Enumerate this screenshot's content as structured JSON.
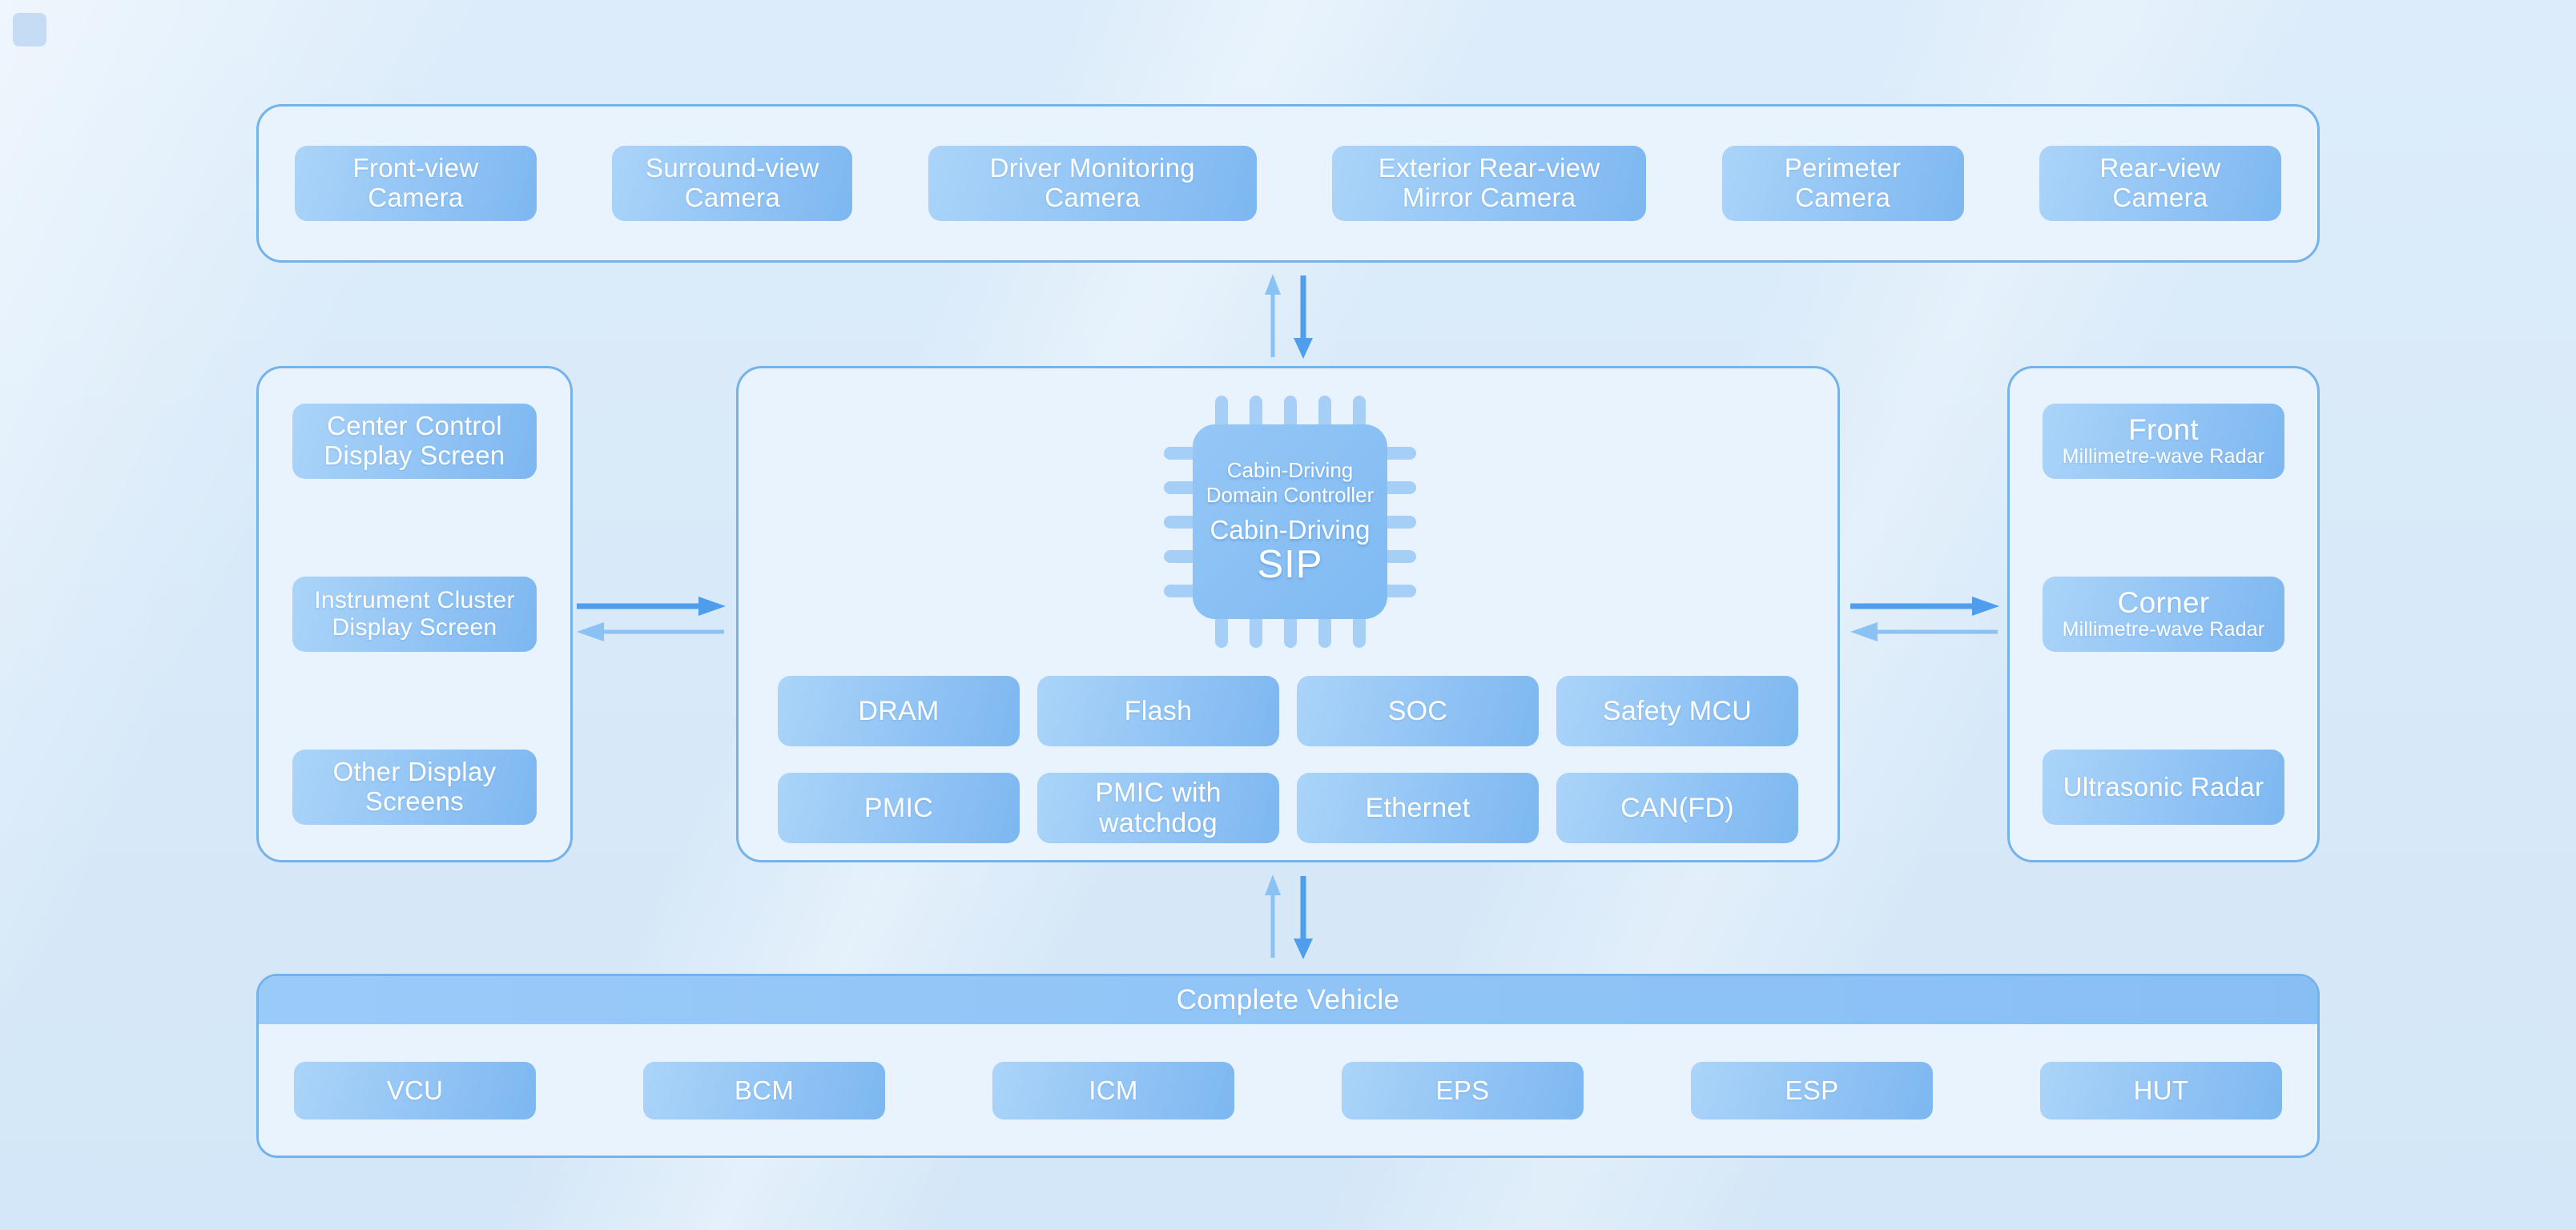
{
  "top_panel": {
    "items": [
      {
        "label": "Front-view\nCamera"
      },
      {
        "label": "Surround-view\nCamera"
      },
      {
        "label": "Driver Monitoring\nCamera"
      },
      {
        "label": "Exterior Rear-view\nMirror Camera"
      },
      {
        "label": "Perimeter\nCamera"
      },
      {
        "label": "Rear-view\nCamera"
      }
    ]
  },
  "left_panel": {
    "items": [
      {
        "label": "Center Control\nDisplay Screen"
      },
      {
        "label": "Instrument Cluster\nDisplay Screen"
      },
      {
        "label": "Other Display\nScreens"
      }
    ]
  },
  "right_panel": {
    "items": [
      {
        "title": "Front",
        "subtitle": "Millimetre-wave Radar"
      },
      {
        "title": "Corner",
        "subtitle": "Millimetre-wave Radar"
      },
      {
        "title": "Ultrasonic Radar",
        "subtitle": ""
      }
    ]
  },
  "center_panel": {
    "chip": {
      "line1": "Cabin-Driving",
      "line2": "Domain Controller",
      "line3": "Cabin-Driving",
      "line4": "SIP"
    },
    "components": [
      {
        "label": "DRAM"
      },
      {
        "label": "Flash"
      },
      {
        "label": "SOC"
      },
      {
        "label": "Safety MCU"
      },
      {
        "label": "PMIC"
      },
      {
        "label": "PMIC with\nwatchdog"
      },
      {
        "label": "Ethernet"
      },
      {
        "label": "CAN(FD)"
      }
    ]
  },
  "bottom_panel": {
    "header": "Complete Vehicle",
    "items": [
      {
        "label": "VCU"
      },
      {
        "label": "BCM"
      },
      {
        "label": "ICM"
      },
      {
        "label": "EPS"
      },
      {
        "label": "ESP"
      },
      {
        "label": "HUT"
      }
    ]
  },
  "colors": {
    "page_background": "#d7e9f9",
    "panel_fill": "#e9f3fd",
    "panel_border": "#74b2ec",
    "node_gradient_start": "#abd4f9",
    "node_gradient_end": "#7db7f1",
    "chip_pin": "#a5cff7",
    "arrow_dark": "#4f9ded",
    "arrow_light": "#8ac2f5",
    "text": "#ffffff"
  }
}
